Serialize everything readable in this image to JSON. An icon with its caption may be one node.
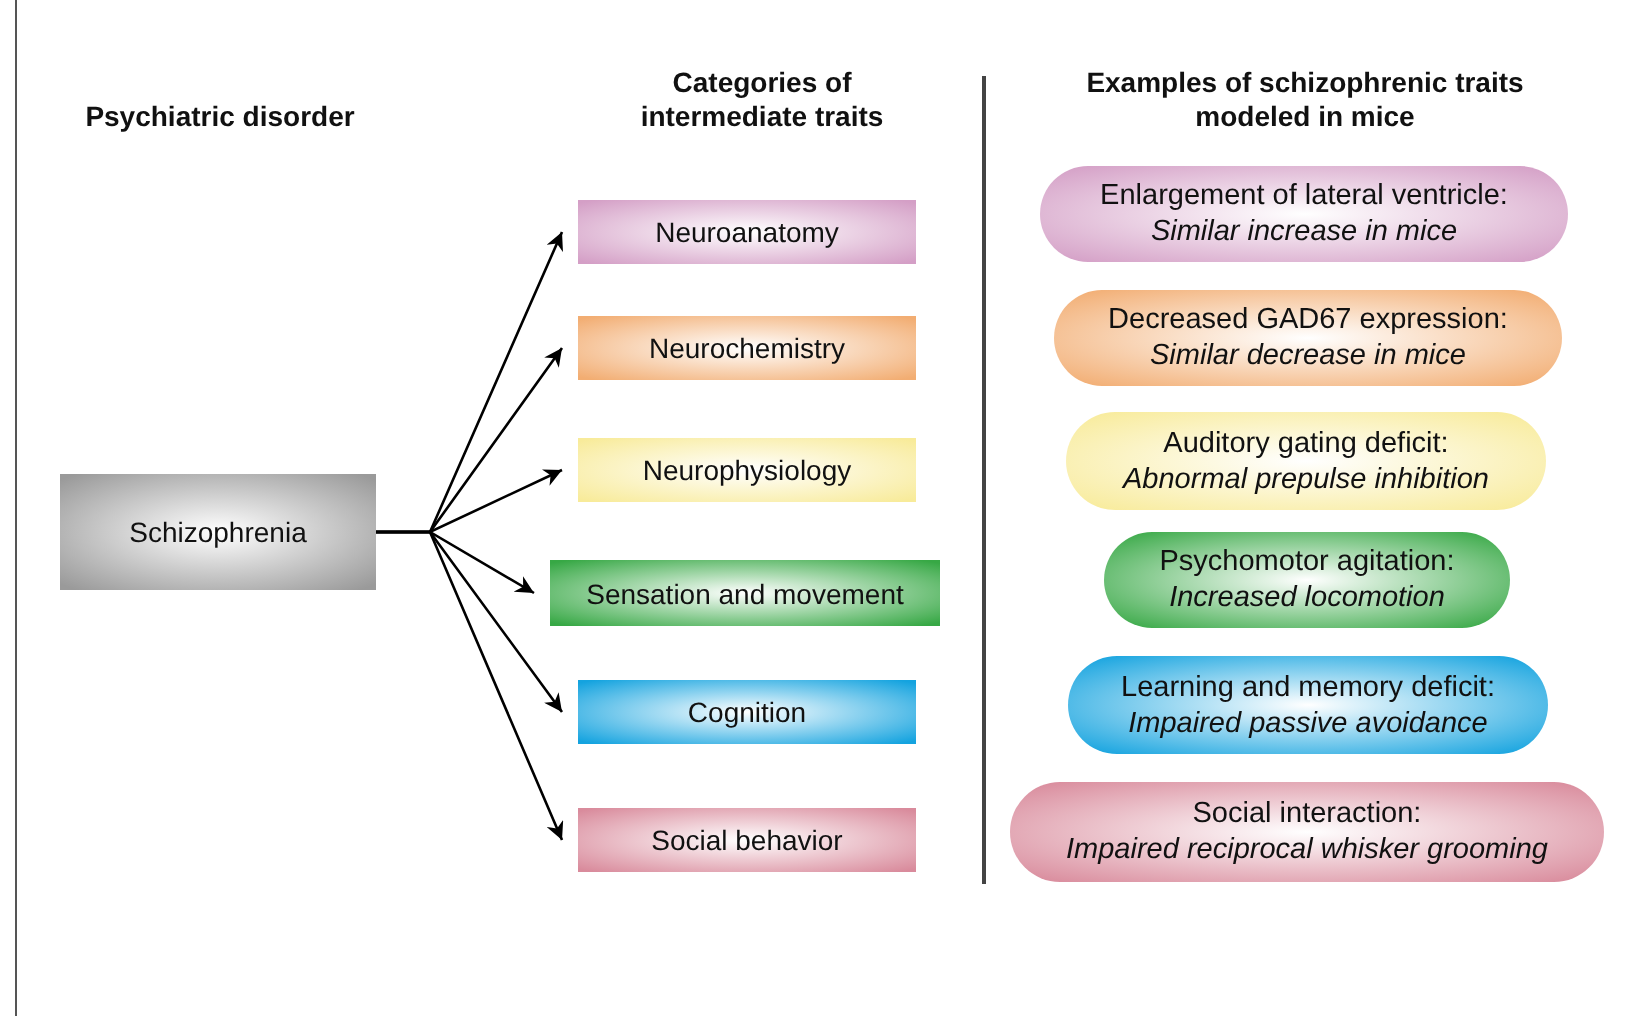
{
  "diagram": {
    "nodes": [
      {
        "text": [
          "Schizophrenia"
        ]
      },
      {
        "text": [
          "Neuroanatomy"
        ]
      },
      {
        "text": [
          "Neurochemistry"
        ]
      },
      {
        "text": [
          "Neurophysiology"
        ]
      },
      {
        "text": [
          "Sensation and movement"
        ]
      },
      {
        "text": [
          "Cognition"
        ]
      },
      {
        "text": [
          "Social behavior"
        ]
      },
      {
        "text": [
          "Enlargement of lateral ventricle:",
          "Similar increase in mice"
        ]
      },
      {
        "text": [
          "Decreased GAD67 expression:",
          "Similar decrease in mice"
        ]
      },
      {
        "text": [
          "Auditory gating deficit:",
          "Abnormal prepulse inhibition"
        ]
      },
      {
        "text": [
          "Psychomotor agitation:",
          "Increased locomotion"
        ]
      },
      {
        "text": [
          "Learning and memory deficit:",
          "Impaired passive avoidance"
        ]
      },
      {
        "text": [
          "Social interaction:",
          "Impaired reciprocal whisker grooming"
        ]
      }
    ],
    "edges": [
      {
        "from": 0,
        "to": 1,
        "arrow": "to"
      },
      {
        "from": 0,
        "to": 2,
        "arrow": "to"
      },
      {
        "from": 0,
        "to": 3,
        "arrow": "to"
      },
      {
        "from": 0,
        "to": 4,
        "arrow": "to"
      },
      {
        "from": 0,
        "to": 5,
        "arrow": "to"
      },
      {
        "from": 0,
        "to": 6,
        "arrow": "to"
      }
    ],
    "labels": [
      "Psychiatric disorder",
      "Categories of intermediate traits",
      "Examples of schizophrenic traits modeled in mice"
    ]
  }
}
